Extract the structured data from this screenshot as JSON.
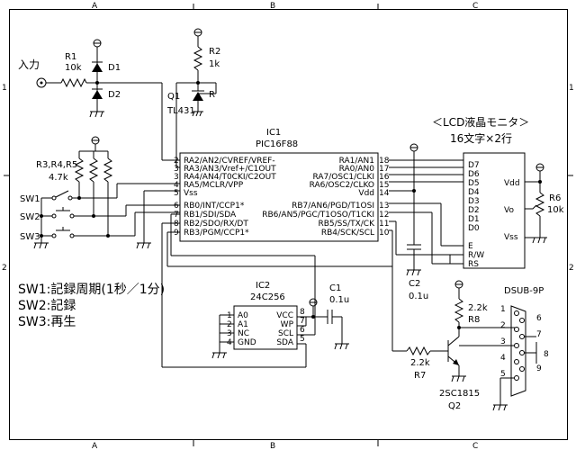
{
  "frame": {
    "cols": [
      "A",
      "B",
      "C"
    ],
    "rows": [
      "1",
      "2"
    ]
  },
  "input": {
    "label": "入力"
  },
  "R1": {
    "ref": "R1",
    "value": "10k"
  },
  "D1": {
    "ref": "D1"
  },
  "D2": {
    "ref": "D2"
  },
  "R2": {
    "ref": "R2",
    "value": "1k"
  },
  "Q1": {
    "ref": "Q1",
    "part": "TL431",
    "pin": "R"
  },
  "R345": {
    "ref": "R3,R4,R5",
    "value": "4.7k"
  },
  "switches": {
    "sw1": "SW1",
    "sw2": "SW2",
    "sw3": "SW3"
  },
  "IC1": {
    "ref": "IC1",
    "part": "PIC16F88",
    "left_pins": [
      {
        "num": "2",
        "name": "RA2/AN2/CVREF/VREF-"
      },
      {
        "num": "3",
        "name": "RA3/AN3/Vref+/C1OUT"
      },
      {
        "num": "3",
        "name": "RA4/AN4/T0CKI/C2OUT"
      },
      {
        "num": "4",
        "name": "RA5/MCLR/VPP"
      },
      {
        "num": "5",
        "name": "Vss"
      },
      {
        "num": "6",
        "name": "RB0/INT/CCP1*"
      },
      {
        "num": "7",
        "name": "RB1/SDI/SDA"
      },
      {
        "num": "8",
        "name": "RB2/SDO/RX/DT"
      },
      {
        "num": "9",
        "name": "RB3/PGM/CCP1*"
      }
    ],
    "right_pins": [
      {
        "num": "18",
        "name": "RA1/AN1"
      },
      {
        "num": "17",
        "name": "RA0/AN0"
      },
      {
        "num": "16",
        "name": "RA7/OSC1/CLKI"
      },
      {
        "num": "15",
        "name": "RA6/OSC2/CLKO"
      },
      {
        "num": "14",
        "name": "Vdd"
      },
      {
        "num": "13",
        "name": "RB7/AN6/PGD/T1OSI"
      },
      {
        "num": "12",
        "name": "RB6/AN5/PGC/T1OSO/T1CKI"
      },
      {
        "num": "11",
        "name": "RB5/SS/TX/CK"
      },
      {
        "num": "10",
        "name": "RB4/SCK/SCL"
      }
    ]
  },
  "LCD": {
    "title": "＜LCD液晶モニタ＞",
    "subtitle": "16文字×2行",
    "pins_left": [
      "D7",
      "D6",
      "D5",
      "D4",
      "D3",
      "D2",
      "D1",
      "D0",
      "E",
      "R/W",
      "RS"
    ],
    "pins_right": [
      "Vdd",
      "Vo",
      "Vss"
    ]
  },
  "R6": {
    "ref": "R6",
    "value": "10k"
  },
  "C2": {
    "ref": "C2",
    "value": "0.1u"
  },
  "IC2": {
    "ref": "IC2",
    "part": "24C256",
    "left_pins": [
      "A0",
      "A1",
      "NC",
      "GND"
    ],
    "right_pins": [
      "VCC",
      "WP",
      "SCL",
      "SDA"
    ],
    "left_nums": [
      "1",
      "2",
      "3",
      "4"
    ],
    "right_nums": [
      "8",
      "7",
      "6",
      "5"
    ]
  },
  "C1": {
    "ref": "C1",
    "value": "0.1u"
  },
  "R7": {
    "ref": "R7",
    "value": "2.2k"
  },
  "R8": {
    "ref": "R8",
    "value": "2.2k"
  },
  "Q2": {
    "ref": "Q2",
    "part": "2SC1815"
  },
  "DSUB": {
    "ref": "DSUB-9P",
    "pins": [
      "1",
      "2",
      "3",
      "4",
      "5",
      "6",
      "7",
      "8",
      "9"
    ]
  },
  "notes": [
    "SW1:記録周期(1秒／1分)",
    "SW2:記録",
    "SW3:再生"
  ]
}
